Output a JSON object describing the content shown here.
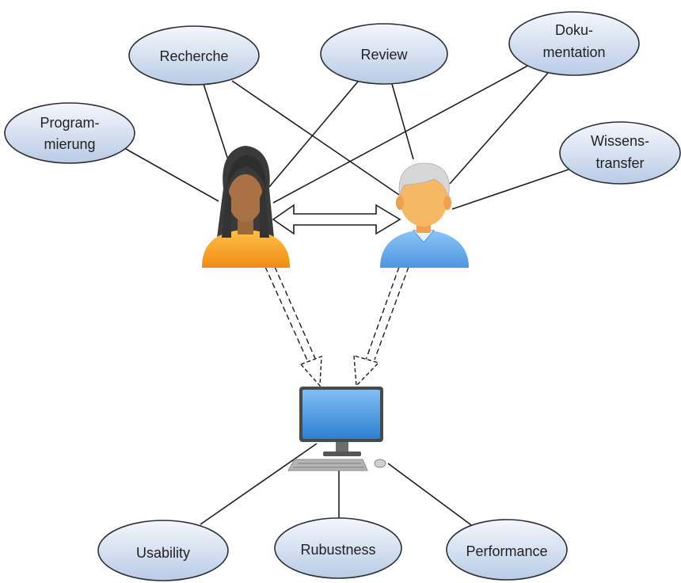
{
  "nodes": {
    "programmierung": [
      "Program-",
      "mierung"
    ],
    "recherche": [
      "Recherche"
    ],
    "review": [
      "Review"
    ],
    "dokumentation": [
      "Doku-",
      "mentation"
    ],
    "wissenstransfer": [
      "Wissens-",
      "transfer"
    ],
    "usability": [
      "Usability"
    ],
    "rubustness": [
      "Rubustness"
    ],
    "performance": [
      "Performance"
    ]
  },
  "colors": {
    "ellipse_fill_top": "#f4f7fc",
    "ellipse_fill_bottom": "#b9cbe6",
    "ellipse_stroke": "#2b2f36",
    "person1_body": "#f5a623",
    "person1_hair": "#3a3a3a",
    "person2_body": "#6aaef0",
    "person2_hair": "#d7d7d7",
    "skin": "#f7b866",
    "skin_dark": "#9b6a3c",
    "monitor": "#3a8fe0"
  },
  "icons": {
    "person_female": "person-female-icon",
    "person_male": "person-male-icon",
    "computer": "computer-icon"
  }
}
